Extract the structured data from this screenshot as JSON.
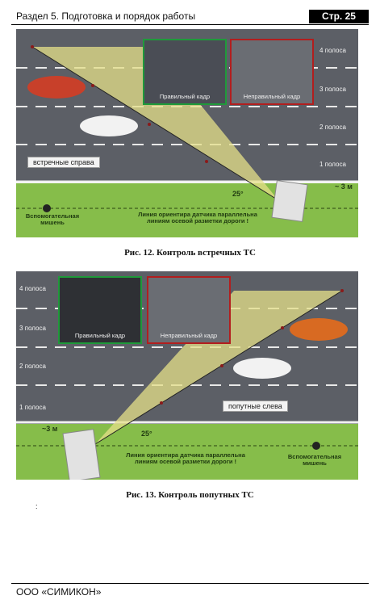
{
  "header": {
    "section": "Раздел 5. Подготовка и порядок работы",
    "page": "Стр. 25"
  },
  "figure12": {
    "lanes": [
      "4 полоса",
      "3 полоса",
      "2 полоса",
      "1 полоса"
    ],
    "correct_frame": "Правильный кадр",
    "wrong_frame": "Неправильный кадр",
    "direction": "встречные справа",
    "angle": "25°",
    "distance": "~ 3 м",
    "target": "Вспомогательная мишень",
    "sensor_line": "Линия ориентира датчика параллельна линиям осевой разметки дороги !",
    "caption": "Рис. 12. Контроль встречных ТС"
  },
  "figure13": {
    "lanes": [
      "4 полоса",
      "3 полоса",
      "2 полоса",
      "1 полоса"
    ],
    "correct_frame": "Правильный кадр",
    "wrong_frame": "Неправильный кадр",
    "direction": "попутные слева",
    "angle": "25°",
    "distance": "~3 м",
    "target": "Вспомогательная мишень",
    "sensor_line": "Линия ориентира датчика параллельна линиям осевой разметки дороги !",
    "caption": "Рис. 13. Контроль попутных ТС"
  },
  "note": ":",
  "footer": {
    "company": "ООО «СИМИКОН»"
  }
}
